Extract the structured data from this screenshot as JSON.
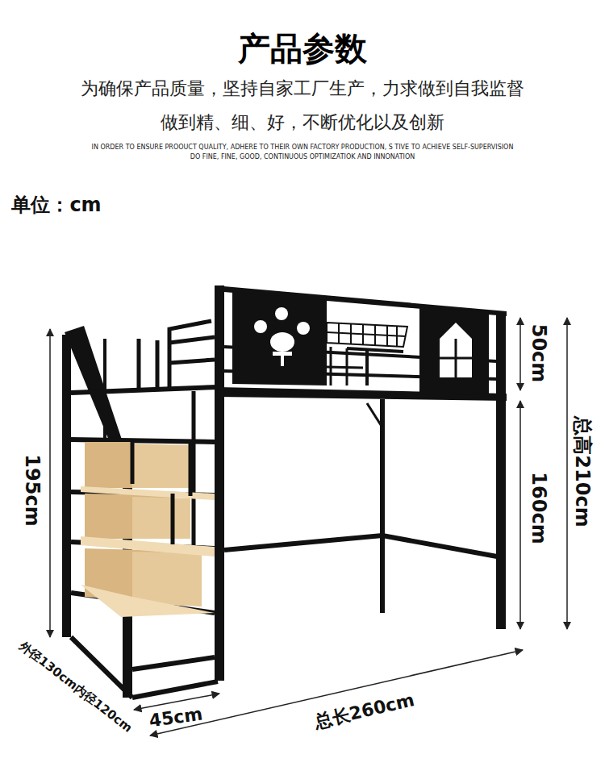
{
  "diagram": {
    "title": "产品参数",
    "labels": [
      "为确保产品质量，坚持自家工厂生产，力求做到自我监督",
      "做到精、细、好，不断优化以及创新",
      "IN ORDER TO ENSURE PROOUCT QUALITY, ADHERE TO THEIR OWN FACTORY PRODUCTION, S TIVE TO ACHIEVE SELF-SUPERVISION",
      "DO FINE, FINE, GOOD, CONTINUOUS OPTIMIZATIOK AND INNONATION",
      "单位：cm",
      "50cm",
      "总高210cm",
      "160cm",
      "195cm",
      "外径130cm内径120cm",
      "45cm",
      "总长260cm"
    ]
  }
}
